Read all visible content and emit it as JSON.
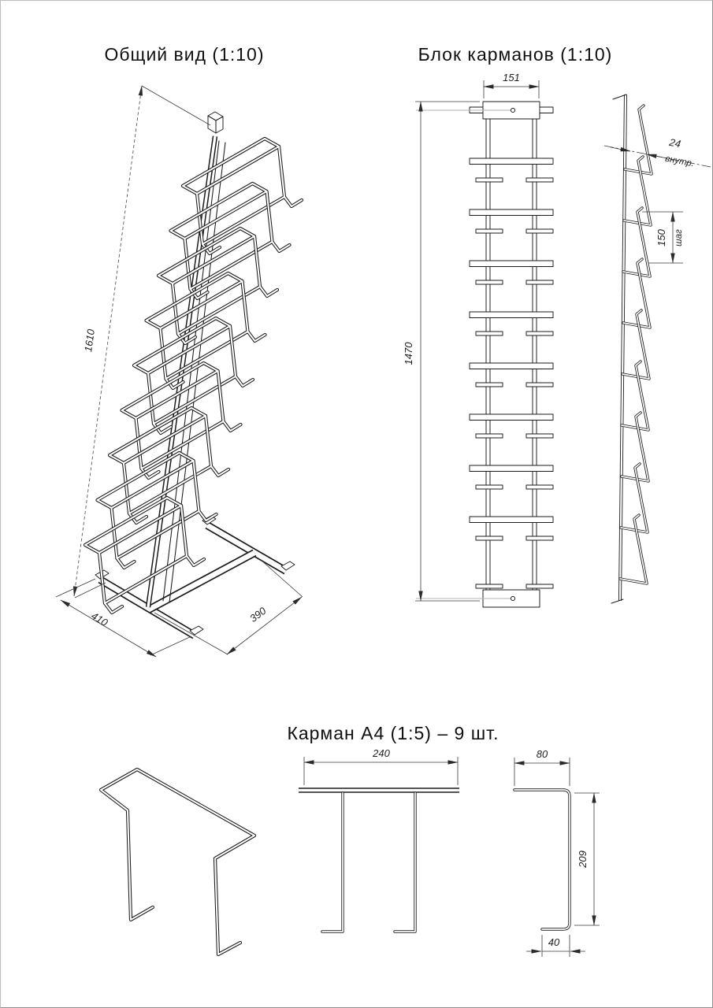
{
  "drawing": {
    "general_view": {
      "title": "Общий вид (1:10)",
      "dim_height": "1610",
      "dim_base_depth": "410",
      "dim_base_width": "390"
    },
    "pocket_block": {
      "title": "Блок карманов (1:10)",
      "dim_width": "151",
      "dim_height": "1470",
      "dim_opening": "24",
      "dim_opening_note": "внутр.",
      "dim_step": "150",
      "dim_step_note": "шаг"
    },
    "pocket_a4": {
      "title": "Карман А4 (1:5) – 9 шт.",
      "dim_width": "240",
      "dim_top_depth": "80",
      "dim_height": "209",
      "dim_foot": "40"
    }
  }
}
